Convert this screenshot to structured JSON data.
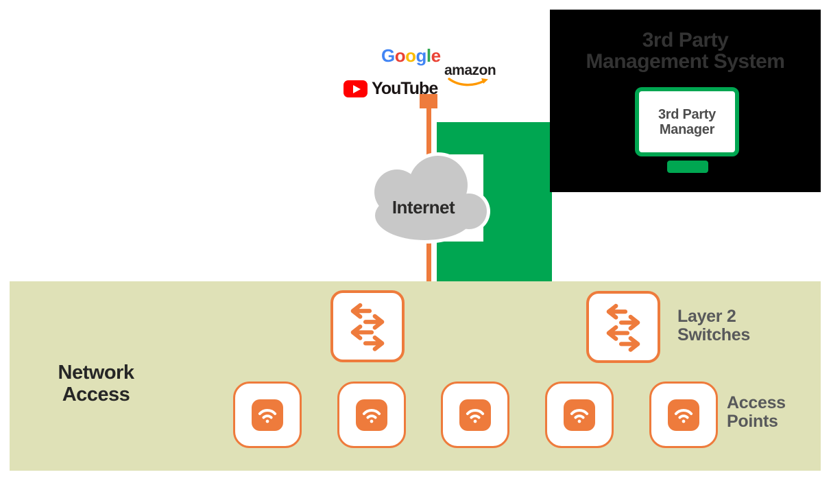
{
  "colors": {
    "accent_orange": "#ee7b3c",
    "accent_green": "#00a651",
    "band_background": "#dfe1b7",
    "management_box_background": "#000000",
    "management_title_gray": "#333333",
    "side_label_gray": "#58595b",
    "dark_text": "#262626",
    "cloud_gray": "#c8c8c8",
    "youtube_red": "#ff0000",
    "amazon_smile_orange": "#ff9900"
  },
  "internet": {
    "cloud_label": "Internet",
    "google": {
      "letters": [
        {
          "ch": "G",
          "color": "#4285f4"
        },
        {
          "ch": "o",
          "color": "#ea4335"
        },
        {
          "ch": "o",
          "color": "#fbbc05"
        },
        {
          "ch": "g",
          "color": "#4285f4"
        },
        {
          "ch": "l",
          "color": "#34a853"
        },
        {
          "ch": "e",
          "color": "#ea4335"
        }
      ]
    },
    "amazon_label": "amazon",
    "youtube_label": "YouTube"
  },
  "management_system": {
    "title_line1": "3rd Party",
    "title_line2": "Management System",
    "monitor_label_line1": "3rd Party",
    "monitor_label_line2": "Manager"
  },
  "network_access": {
    "title_line1": "Network",
    "title_line2": "Access",
    "switches_label_line1": "Layer 2",
    "switches_label_line2": "Switches",
    "access_points_label_line1": "Access",
    "access_points_label_line2": "Points",
    "switch_count": 2,
    "access_point_count": 5
  }
}
